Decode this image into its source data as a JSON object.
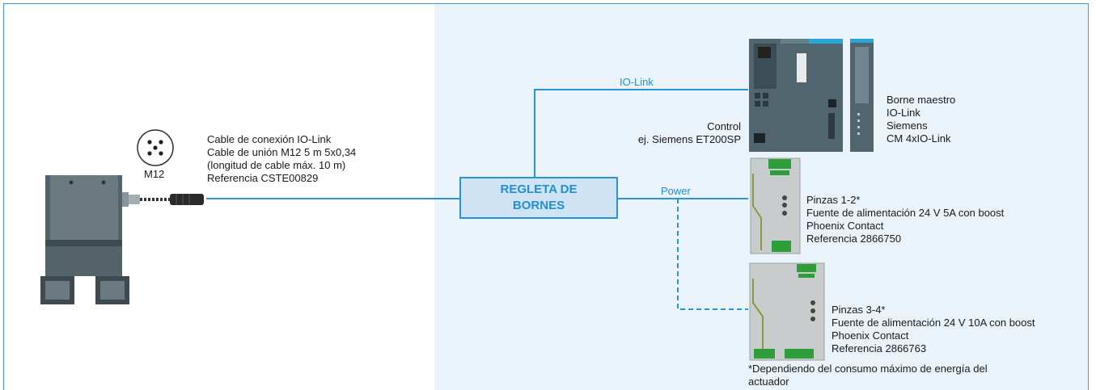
{
  "connector": {
    "label": "M12"
  },
  "cable": {
    "lines": [
      "Cable de conexión IO-Link",
      "Cable de unión M12 5 m 5x0,34",
      "(longitud de cable máx. 10 m)",
      "Referencia CSTE00829"
    ]
  },
  "terminal_block": {
    "lines": [
      "REGLETA DE",
      "BORNES"
    ]
  },
  "links": {
    "iolink": "IO-Link",
    "power": "Power"
  },
  "control": {
    "lines": [
      "Control",
      "ej. Siemens ET200SP"
    ]
  },
  "master": {
    "lines": [
      "Borne maestro",
      "IO-Link",
      "Siemens",
      "CM 4xIO-Link"
    ]
  },
  "psu1": {
    "lines": [
      "Pinzas 1-2*",
      "Fuente de alimentación 24 V 5A con boost",
      "Phoenix Contact",
      "Referencia 2866750"
    ]
  },
  "psu2": {
    "lines": [
      "Pinzas 3-4*",
      "Fuente de alimentación 24 V 10A con boost",
      "Phoenix Contact",
      "Referencia 2866763"
    ]
  },
  "footnote": {
    "lines": [
      "*Dependiendo del consumo máximo de energía del",
      "actuador"
    ]
  },
  "colors": {
    "accent": "#1f8fd6",
    "panel": "#eaf3fa",
    "box_fill": "#cfe3f4",
    "device_dark": "#3d5660",
    "psu_gray": "#c9cccc"
  }
}
